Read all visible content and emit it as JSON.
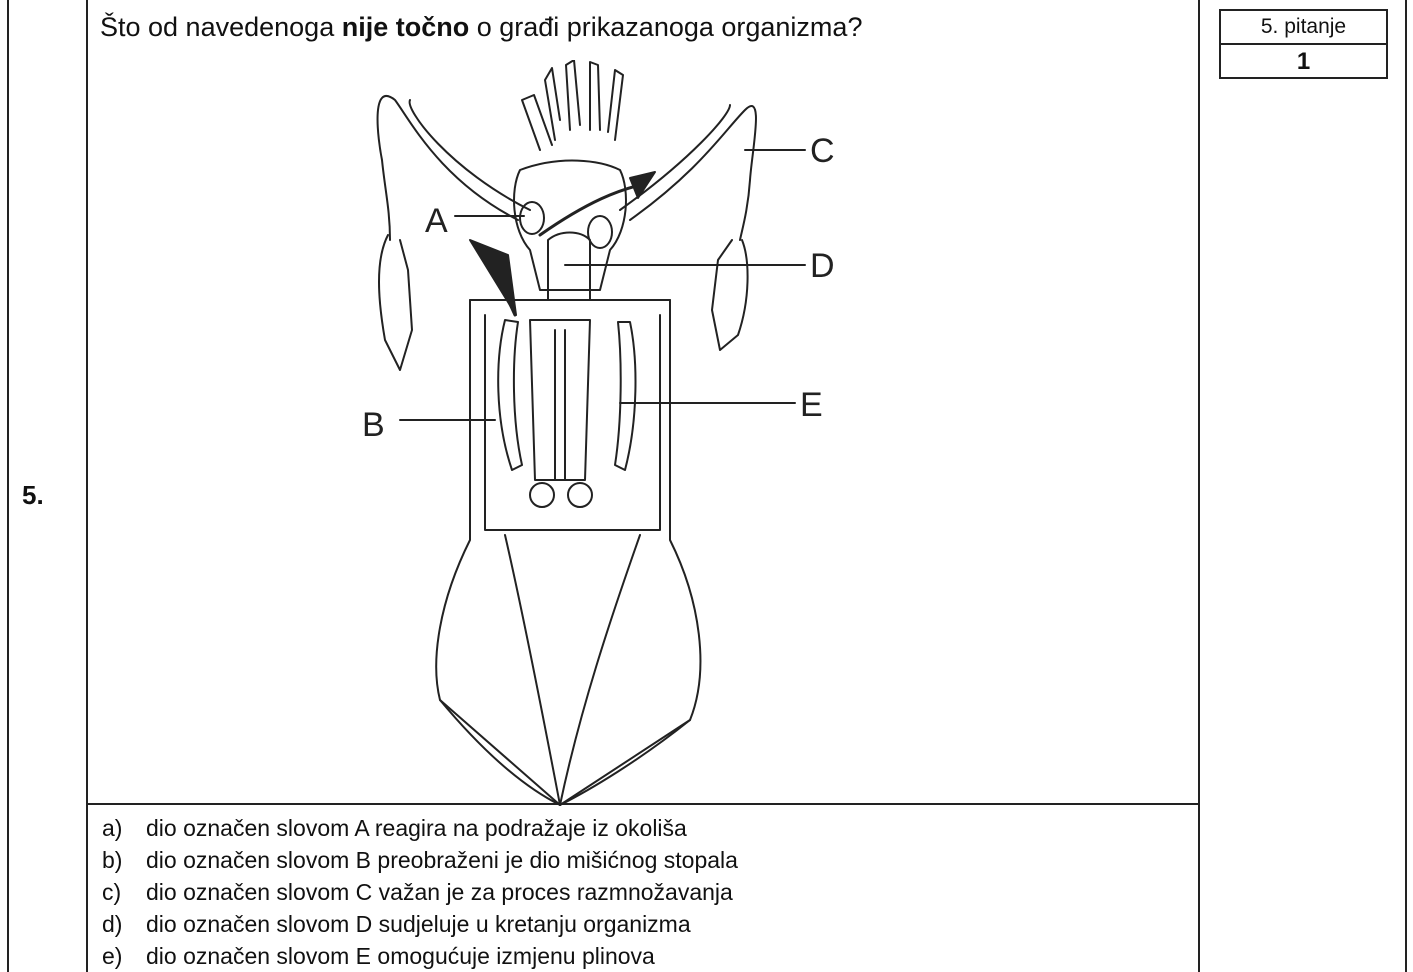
{
  "question": {
    "number": "5.",
    "text_before": "Što od navedenoga ",
    "text_bold": "nije točno",
    "text_after": " o građi prikazanoga organizma?"
  },
  "score_box": {
    "label": "5. pitanje",
    "points": "1"
  },
  "figure": {
    "subject": "squid-anatomy-diagram",
    "labels": {
      "a": "A",
      "b": "B",
      "c": "C",
      "d": "D",
      "e": "E"
    }
  },
  "answers": [
    {
      "letter": "a)",
      "text": "dio označen slovom A reagira na podražaje iz okoliša"
    },
    {
      "letter": "b)",
      "text": "dio označen slovom B preobraženi je dio mišićnog stopala"
    },
    {
      "letter": "c)",
      "text": "dio označen slovom C važan je za proces razmnožavanja"
    },
    {
      "letter": "d)",
      "text": "dio označen slovom D sudjeluje u kretanju organizma"
    },
    {
      "letter": "e)",
      "text": "dio označen slovom E omogućuje izmjenu plinova"
    }
  ]
}
